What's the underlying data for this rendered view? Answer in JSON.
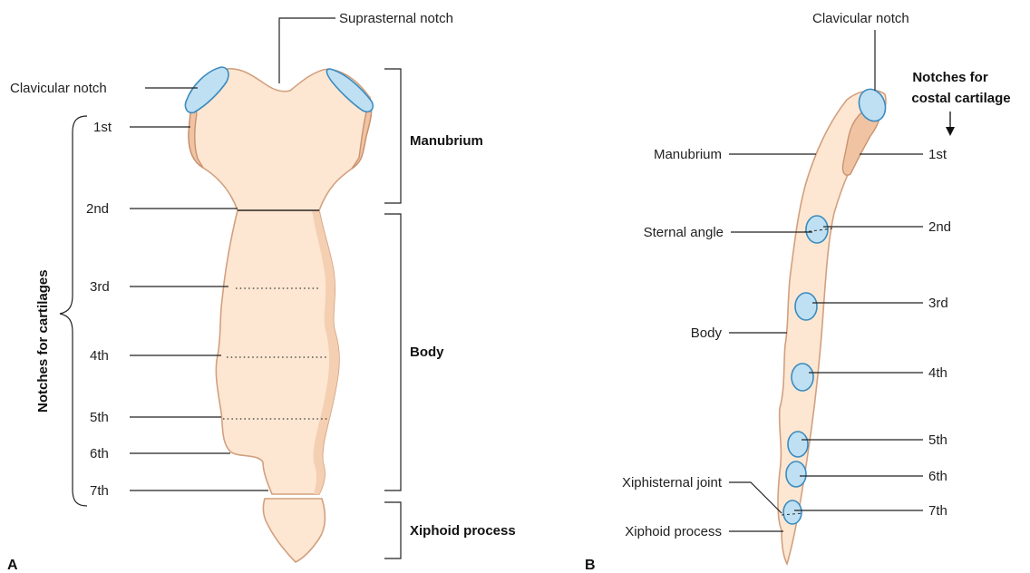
{
  "panel_a": {
    "panel_label": "A",
    "labels": {
      "suprasternal_notch": "Suprasternal notch",
      "clavicular_notch": "Clavicular notch",
      "first": "1st",
      "second": "2nd",
      "third": "3rd",
      "fourth": "4th",
      "fifth": "5th",
      "sixth": "6th",
      "seventh": "7th",
      "notches_for_cartilages": "Notches for cartilages",
      "manubrium": "Manubrium",
      "body": "Body",
      "xiphoid_process": "Xiphoid process"
    }
  },
  "panel_b": {
    "panel_label": "B",
    "labels": {
      "clavicular_notch": "Clavicular notch",
      "notches_for_costal_cartilage_line1": "Notches for",
      "notches_for_costal_cartilage_line2": "costal cartilage",
      "manubrium": "Manubrium",
      "sternal_angle": "Sternal angle",
      "body": "Body",
      "xiphisternal_joint": "Xiphisternal joint",
      "xiphoid_process": "Xiphoid process",
      "first": "1st",
      "second": "2nd",
      "third": "3rd",
      "fourth": "4th",
      "fifth": "5th",
      "sixth": "6th",
      "seventh": "7th"
    }
  },
  "colors": {
    "bone": "#fde7d2",
    "bone_edge": "#d2a07f",
    "cartilage": "#bfe0f3",
    "cartilage_edge": "#3b8bbf"
  }
}
